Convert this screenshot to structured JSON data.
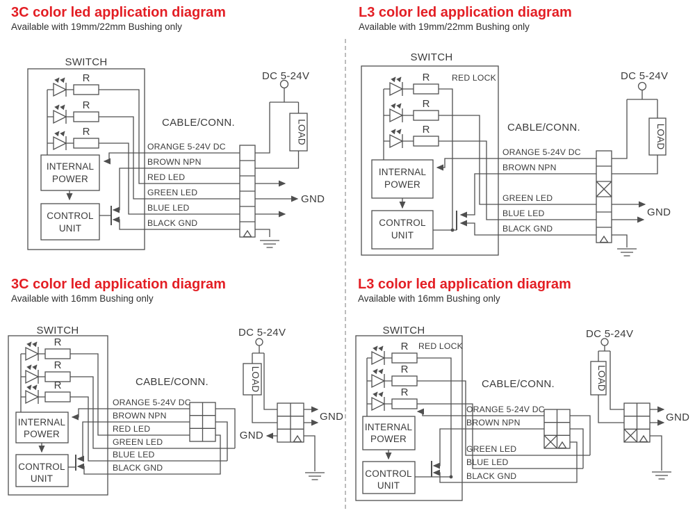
{
  "colors": {
    "title_red": "#e31e24",
    "line_gray": "#4f4f4f",
    "text_gray": "#3b3b3b",
    "background": "#ffffff"
  },
  "shared": {
    "switch": "SWITCH",
    "red_lock": "RED LOCK",
    "cable": "CABLE/CONN.",
    "dc": "DC 5-24V",
    "load": "LOAD",
    "gnd": "GND",
    "resistor": "R",
    "internal_power_1": "INTERNAL",
    "internal_power_2": "POWER",
    "control_unit_1": "CONTROL",
    "control_unit_2": "UNIT",
    "wire_orange": "ORANGE 5-24V DC",
    "wire_brown": "BROWN NPN",
    "wire_red": "RED LED",
    "wire_green": "GREEN LED",
    "wire_blue": "BLUE LED",
    "wire_black": "BLACK GND"
  },
  "panels": [
    {
      "title": "3C color led application diagram",
      "subtitle": "Available with 19mm/22mm Bushing only"
    },
    {
      "title": "L3 color led application diagram",
      "subtitle": "Available with 19mm/22mm Bushing only"
    },
    {
      "title": "3C color led application diagram",
      "subtitle": "Available with 16mm Bushing only"
    },
    {
      "title": "L3 color led application diagram",
      "subtitle": "Available with 16mm Bushing only"
    }
  ]
}
